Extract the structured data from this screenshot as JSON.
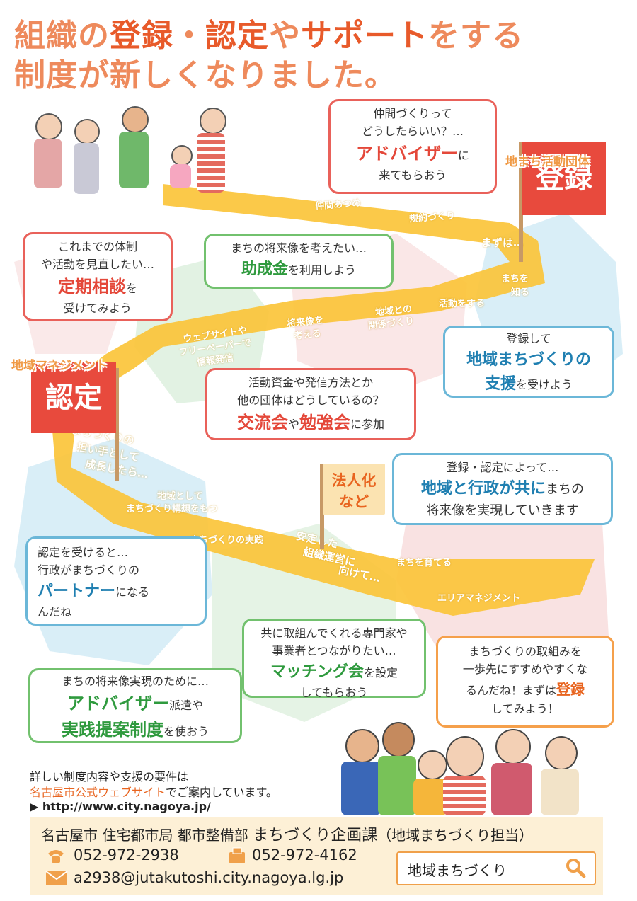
{
  "header": {
    "line1_a": "組織の",
    "line1_b": "登録",
    "line1_c": "・",
    "line1_d": "認定",
    "line1_e": "や",
    "line1_f": "サポート",
    "line1_g": "をする",
    "line2": "制度が新しくなりました。"
  },
  "flags": {
    "register_caption": "地まち活動団体",
    "register_label": "登録",
    "certify_caption": "地域マネジメント",
    "certify_label": "認定",
    "corp_label_1": "法人化",
    "corp_label_2": "など"
  },
  "road_labels": [
    "仲間あつめ",
    "規約づくり",
    "まずは…",
    "まちを",
    "知る",
    "活動をする",
    "地域との",
    "関係づくり",
    "将来像を",
    "考える",
    "ウェブサイトや",
    "フリーペーパーで",
    "情報発信",
    "まちづくりの",
    "担い手として",
    "成長したら…",
    "地域として",
    "まちづくり構想をもつ",
    "まちづくりの実践",
    "安定した",
    "組織運営に",
    "向けて…",
    "まちを育てる",
    "エリアマネジメント"
  ],
  "bubbles": {
    "advisor_top_1": "仲間づくりって",
    "advisor_top_2": "どうしたらいい？…",
    "advisor_top_em": "アドバイザー",
    "advisor_top_3": "に",
    "advisor_top_4": "来てもらおう",
    "consult_1": "これまでの体制",
    "consult_2": "や活動を見直したい…",
    "consult_em": "定期相談",
    "consult_3": "を",
    "consult_4": "受けてみよう",
    "grant_1": "まちの将来像を考えたい…",
    "grant_em": "助成金",
    "grant_2": "を利用しよう",
    "support_1": "登録して",
    "support_em1": "地域まちづくりの",
    "support_em2": "支援",
    "support_2": "を受けよう",
    "exchange_1": "活動資金や発信方法とか",
    "exchange_2": "他の団体はどうしているの？",
    "exchange_em1": "交流会",
    "exchange_mid": "や",
    "exchange_em2": "勉強会",
    "exchange_3": "に参加",
    "gov_1": "登録・認定によって…",
    "gov_em": "地域と行政が共に",
    "gov_2": "まちの",
    "gov_3": "将来像を実現していきます",
    "partner_1": "認定を受けると…",
    "partner_2": "行政がまちづくりの",
    "partner_em": "パートナー",
    "partner_3": "になる",
    "partner_4": "んだね",
    "matching_1": "共に取組んでくれる専門家や",
    "matching_2": "事業者とつながりたい…",
    "matching_em": "マッチング会",
    "matching_3": "を設定",
    "matching_4": "してもらおう",
    "dispatch_1": "まちの将来像実現のために…",
    "dispatch_em1": "アドバイザー",
    "dispatch_2": "派遣や",
    "dispatch_em2": "実践提案制度",
    "dispatch_3": "を使おう",
    "register_1": "まちづくりの取組みを",
    "register_2": "一歩先にすすめやすくな",
    "register_3": "るんだね！まずは",
    "register_em": "登録",
    "register_4": "してみよう！"
  },
  "info": {
    "line1": "詳しい制度内容や支援の要件は",
    "line2_link": "名古屋市公式ウェブサイト",
    "line2_rest": "でご案内しています。",
    "url_arrow": "▶",
    "url": "http://www.city.nagoya.jp/"
  },
  "footer": {
    "dept": "名古屋市 住宅都市局 都市整備部",
    "section": "まちづくり企画課",
    "section_note": "（地域まちづくり担当）",
    "tel": "052-972-2938",
    "fax": "052-972-4162",
    "email": "a2938@jutakutoshi.city.nagoya.lg.jp",
    "search_text": "地域まちづくり"
  },
  "colors": {
    "road": "#fbc43a",
    "flag": "#e84a3d",
    "title": "#ee8a5c"
  }
}
